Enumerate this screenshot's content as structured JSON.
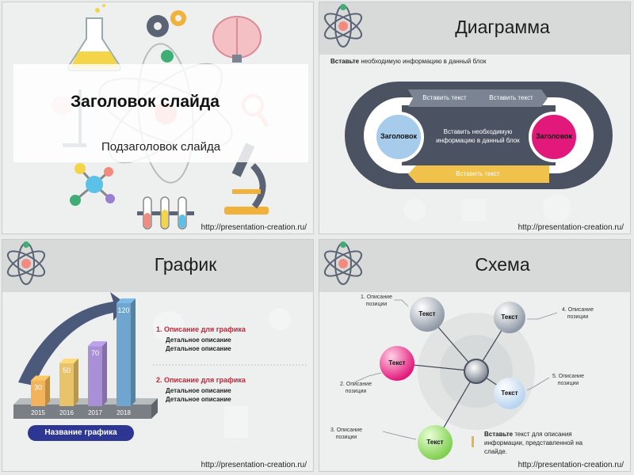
{
  "footer_url": "http://presentation-creation.ru/",
  "slide1": {
    "title": "Заголовок слайда",
    "subtitle": "Подзаголовок слайда"
  },
  "slide2": {
    "title": "Диаграмма",
    "intro_bold": "Вставьте",
    "intro_rest": " необходимую информацию в данный блок",
    "arrow1": "Вставить текст",
    "arrow2": "Вставить текст",
    "center_line1": "Вставить необходимую",
    "center_line2": "информацию в данный блок",
    "left_circle": "Заголовок",
    "right_circle": "Заголовок",
    "bottom_arrow": "Вставить текст"
  },
  "slide3": {
    "title": "График",
    "chart_name": "Название графика",
    "desc1_title": "1. Описание для графика",
    "desc1_line1": "Детальное описание",
    "desc1_line2": "Детальное описание",
    "desc2_title": "2. Описание для графика",
    "desc2_line1": "Детальное описание",
    "desc2_line2": "Детальное описание"
  },
  "slide4": {
    "title": "Схема",
    "node1": "Текст",
    "node2": "Текст",
    "node3": "Текст",
    "node4": "Текст",
    "node5": "Текст",
    "label1_l1": "1. Описание",
    "label1_l2": "позиции",
    "label2_l1": "2. Описание",
    "label2_l2": "позиции",
    "label3_l1": "3. Описание",
    "label3_l2": "позиции",
    "label4_l1": "4. Описание",
    "label4_l2": "позиции",
    "label5_l1": "5. Описание",
    "label5_l2": "позиции",
    "note_bold": "Вставьте",
    "note_l1_rest": " текст для описания",
    "note_l2": "информации, представленной на",
    "note_l3": "слайде."
  },
  "chart_data": {
    "type": "bar",
    "categories": [
      "2015",
      "2016",
      "2017",
      "2018"
    ],
    "values": [
      30,
      50,
      70,
      120
    ],
    "title": "Название графика",
    "colors": [
      "#f2b35a",
      "#e8c36a",
      "#a98fd6",
      "#6fa6cf"
    ]
  },
  "colors": {
    "nav_dark": "#4b5362",
    "pink": "#e2187a",
    "blue": "#6fa8dc",
    "gold": "#f0c14b",
    "chart_label_red": "#c0273a",
    "chart_pill": "#2d3692"
  }
}
